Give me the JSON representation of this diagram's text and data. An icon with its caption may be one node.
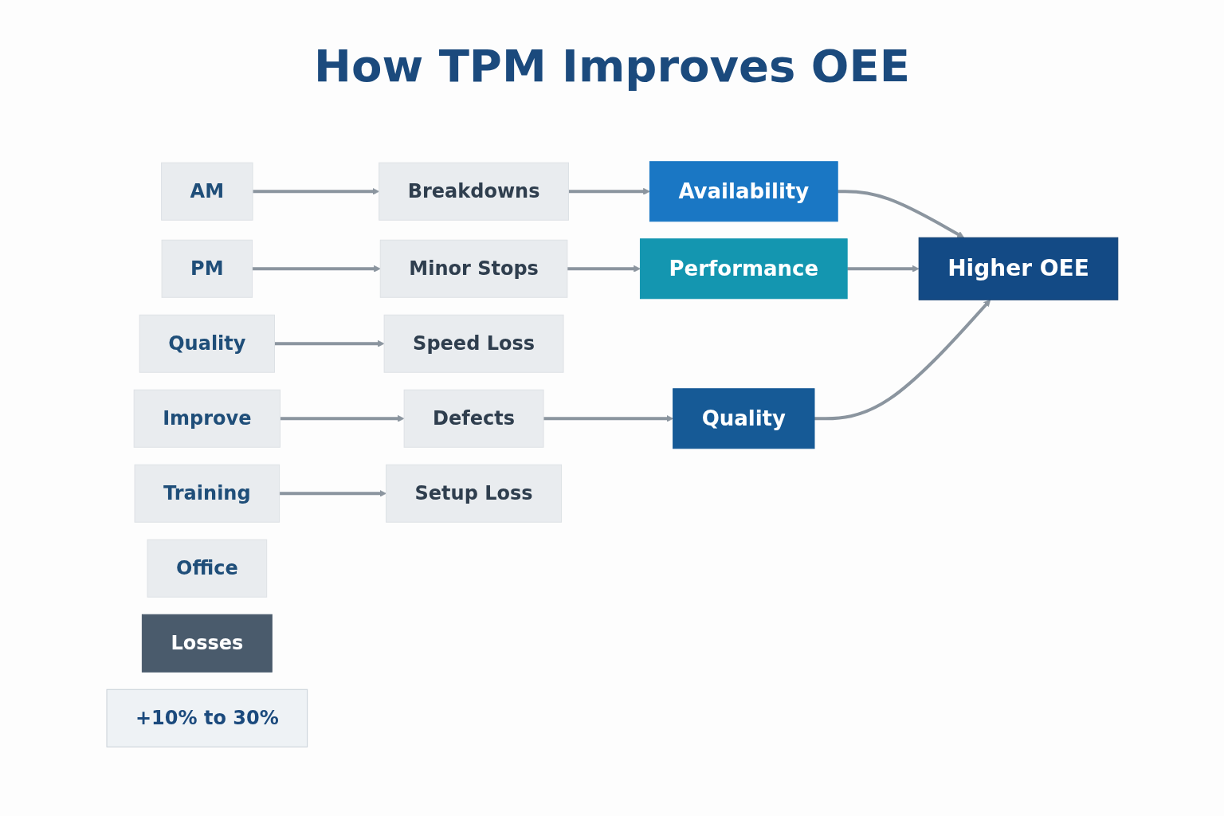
{
  "diagram": {
    "title": "How TPM Improves OEE",
    "nodes": [
      {
        "text": [
          "AM"
        ]
      },
      {
        "text": [
          "PM"
        ]
      },
      {
        "text": [
          "Quality"
        ]
      },
      {
        "text": [
          "Improve"
        ]
      },
      {
        "text": [
          "Training"
        ]
      },
      {
        "text": [
          "Office"
        ]
      },
      {
        "text": [
          "Losses"
        ]
      },
      {
        "text": [
          "Breakdowns"
        ]
      },
      {
        "text": [
          "Minor Stops"
        ]
      },
      {
        "text": [
          "Speed Loss"
        ]
      },
      {
        "text": [
          "Defects"
        ]
      },
      {
        "text": [
          "Setup Loss"
        ]
      },
      {
        "text": [
          "Availability"
        ]
      },
      {
        "text": [
          "Performance"
        ]
      },
      {
        "text": [
          "Quality"
        ]
      },
      {
        "text": [
          "Higher OEE"
        ]
      },
      {
        "text": [
          "+10% to 30%"
        ]
      }
    ],
    "edges": [
      {
        "from": 0,
        "to": 7,
        "arrow": "to"
      },
      {
        "from": 1,
        "to": 8,
        "arrow": "to"
      },
      {
        "from": 2,
        "to": 9,
        "arrow": "to"
      },
      {
        "from": 3,
        "to": 10,
        "arrow": "to"
      },
      {
        "from": 4,
        "to": 11,
        "arrow": "to"
      },
      {
        "from": 7,
        "to": 12,
        "arrow": "to"
      },
      {
        "from": 8,
        "to": 13,
        "arrow": "to"
      },
      {
        "from": 10,
        "to": 14,
        "arrow": "to"
      },
      {
        "from": 12,
        "to": 15,
        "arrow": "to"
      },
      {
        "from": 13,
        "to": 15,
        "arrow": "to"
      },
      {
        "from": 14,
        "to": 15,
        "arrow": "to"
      }
    ]
  }
}
